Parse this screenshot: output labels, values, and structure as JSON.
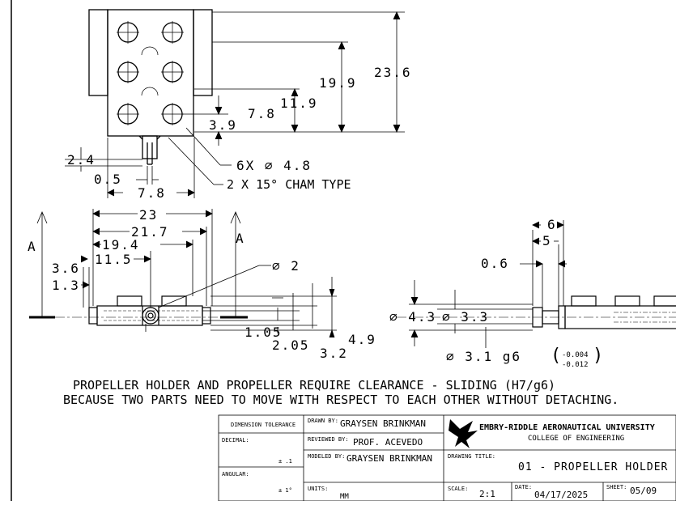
{
  "dimensions": {
    "d23_6": "23.6",
    "d19_9": "19.9",
    "d11_9": "11.9",
    "d7_8_top": "7.8",
    "d3_9": "3.9",
    "d2_4": "2.4",
    "d0_5": "0.5",
    "d7_8_bottom": "7.8",
    "hole_note": "6X ∅ 4.8",
    "cham_note": "2 X 15° CHAM TYPE",
    "d23": "23",
    "d21_7": "21.7",
    "d19_4": "19.4",
    "d11_5": "11.5",
    "d3_6": "3.6",
    "d1_3": "1.3",
    "dia2": "∅ 2",
    "d1_05": "1.05",
    "d2_05": "2.05",
    "d3_2": "3.2",
    "d4_9": "4.9",
    "section_a_left": "A",
    "section_a_right": "A",
    "d6": "6",
    "d5": "5",
    "d0_6": "0.6",
    "dia4_3": "∅ 4.3",
    "dia3_3": "∅ 3.3",
    "dia3_1": "∅ 3.1 g6",
    "tol_upper": "-0.004",
    "tol_lower": "-0.012"
  },
  "notes": {
    "line1": "PROPELLER HOLDER AND PROPELLER REQUIRE CLEARANCE - SLIDING (H7/g6)",
    "line2": "BECAUSE TWO PARTS NEED TO MOVE WITH RESPECT TO EACH OTHER WITHOUT DETACHING."
  },
  "title_block": {
    "dim_tol_header": "DIMENSION TOLERANCE",
    "decimal_label": "DECIMAL:",
    "decimal_value": "± .1",
    "angular_label": "ANGULAR:",
    "angular_value": "± 1°",
    "drawn_by_label": "DRAWN BY:",
    "drawn_by": "GRAYSEN BRINKMAN",
    "reviewed_by_label": "REVIEWED BY:",
    "reviewed_by": "PROF. ACEVEDO",
    "modeled_by_label": "MODELED BY:",
    "modeled_by": "GRAYSEN BRINKMAN",
    "units_label": "UNITS:",
    "units": "MM",
    "university": "EMBRY-RIDDLE AERONAUTICAL UNIVERSITY",
    "college": "COLLEGE OF ENGINEERING",
    "drawing_title_label": "DRAWING TITLE:",
    "drawing_title": "01 - PROPELLER HOLDER",
    "scale_label": "SCALE:",
    "scale": "2:1",
    "date_label": "DATE:",
    "date": "04/17/2025",
    "sheet_label": "SHEET:",
    "sheet": "05/09"
  }
}
